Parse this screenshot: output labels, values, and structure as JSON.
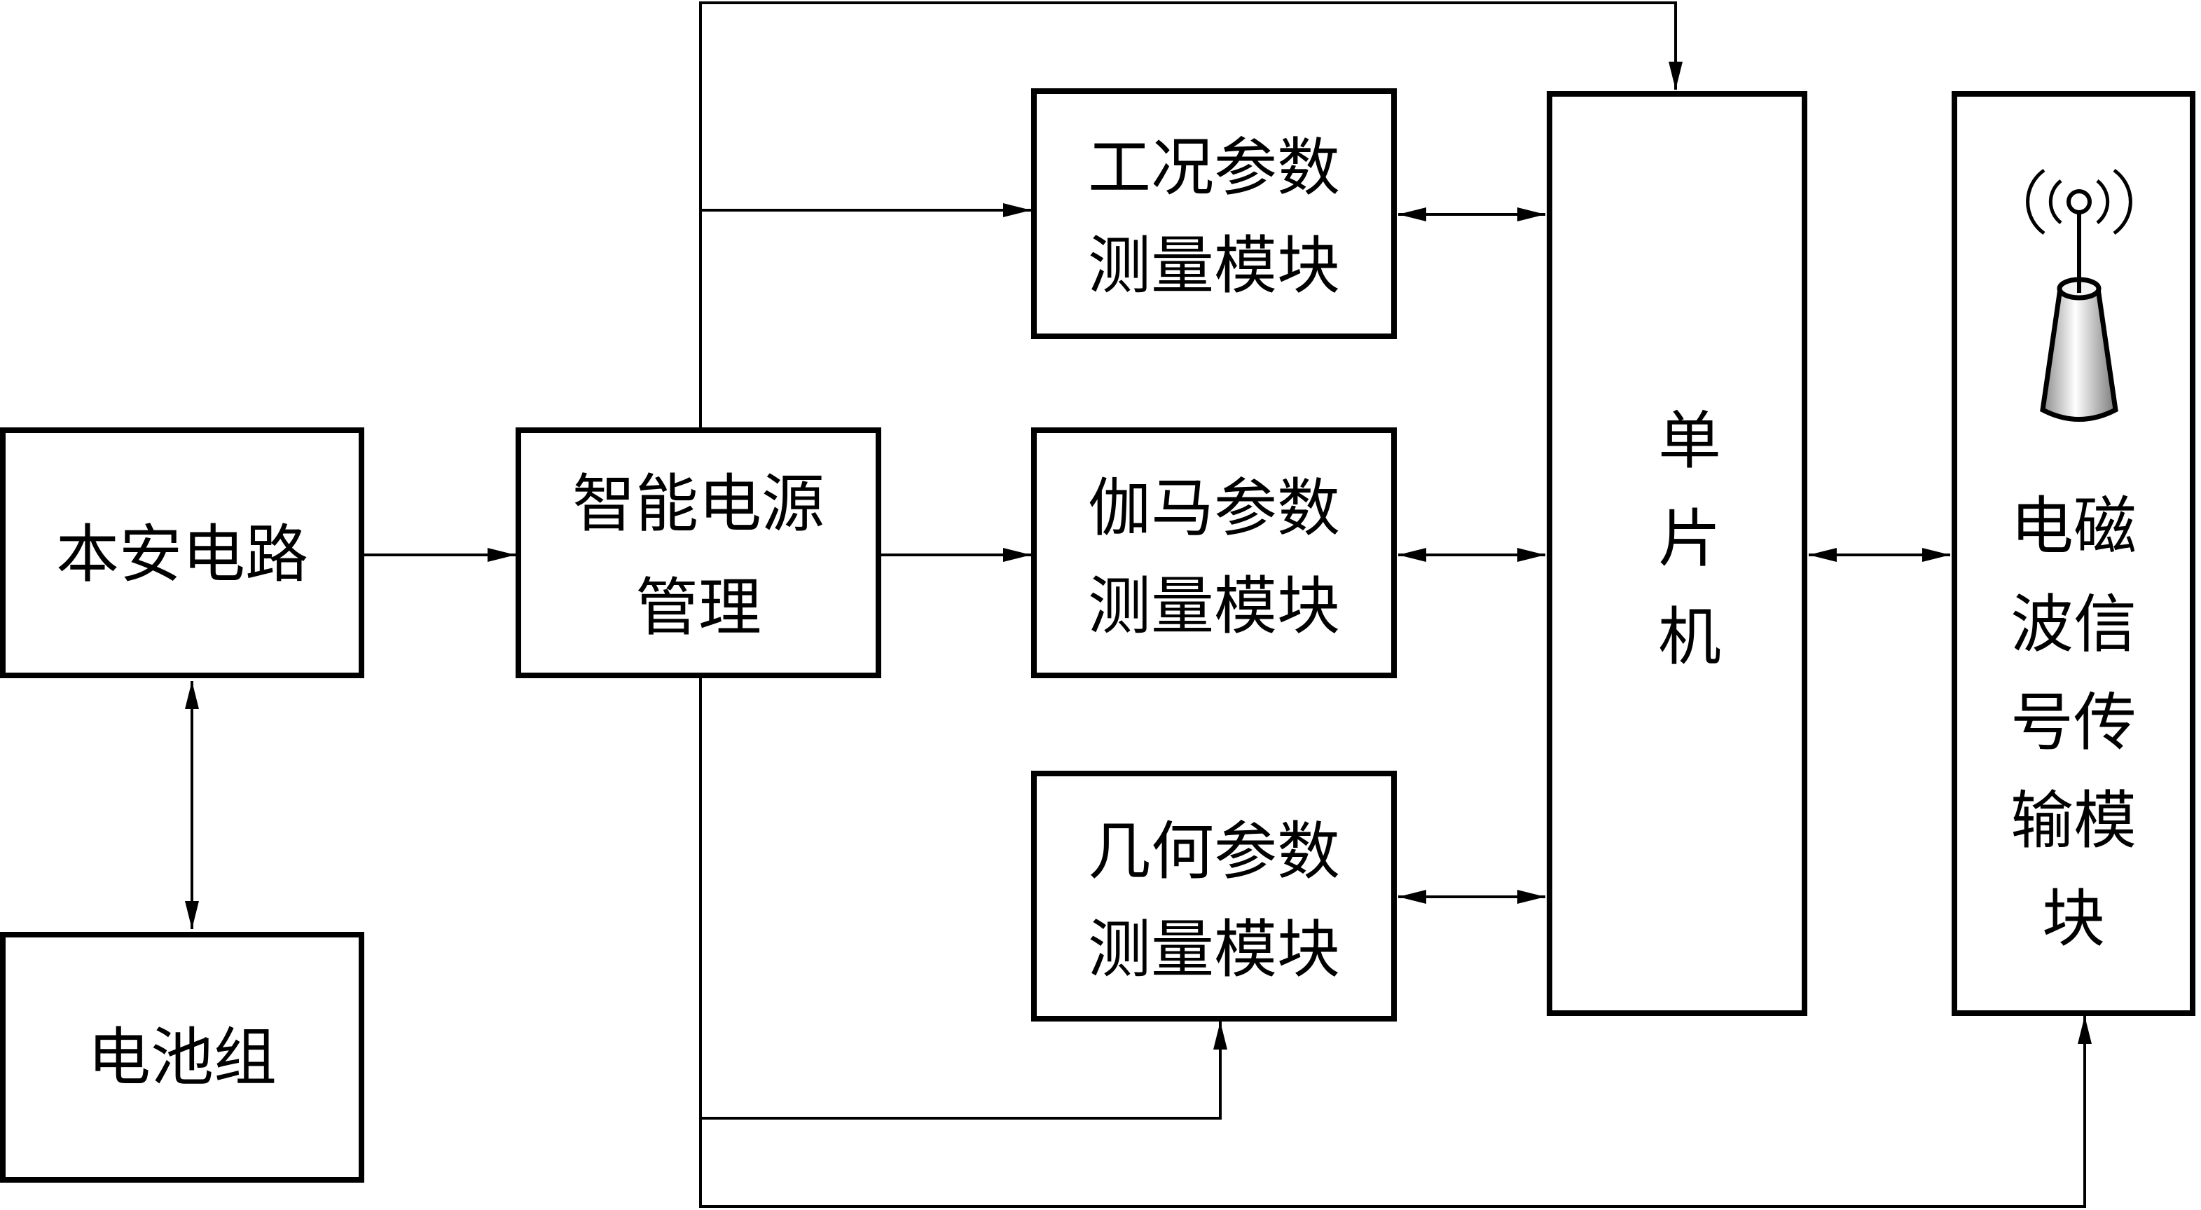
{
  "diagram": {
    "type": "block-diagram",
    "blocks": {
      "intrinsic_safety": {
        "lines": [
          "本安电路"
        ]
      },
      "battery": {
        "lines": [
          "电池组"
        ]
      },
      "power_mgmt": {
        "lines": [
          "智能电源",
          "管理"
        ]
      },
      "condition_module": {
        "lines": [
          "工况参数",
          "测量模块"
        ]
      },
      "gamma_module": {
        "lines": [
          "伽马参数",
          "测量模块"
        ]
      },
      "geometry_module": {
        "lines": [
          "几何参数",
          "测量模块"
        ]
      },
      "mcu": {
        "lines": [
          "单",
          "片",
          "机"
        ]
      },
      "em_module": {
        "lines": [
          "电磁",
          "波信",
          "号传",
          "输模",
          "块"
        ]
      }
    },
    "connections": [
      {
        "from": "intrinsic_safety",
        "to": "battery",
        "direction": "bidirectional"
      },
      {
        "from": "intrinsic_safety",
        "to": "power_mgmt",
        "direction": "forward"
      },
      {
        "from": "power_mgmt",
        "to": "condition_module",
        "direction": "forward"
      },
      {
        "from": "power_mgmt",
        "to": "gamma_module",
        "direction": "forward"
      },
      {
        "from": "power_mgmt",
        "to": "geometry_module",
        "direction": "forward"
      },
      {
        "from": "power_mgmt",
        "to": "mcu",
        "direction": "forward"
      },
      {
        "from": "power_mgmt",
        "to": "em_module",
        "direction": "forward"
      },
      {
        "from": "condition_module",
        "to": "mcu",
        "direction": "bidirectional"
      },
      {
        "from": "gamma_module",
        "to": "mcu",
        "direction": "bidirectional"
      },
      {
        "from": "geometry_module",
        "to": "mcu",
        "direction": "bidirectional"
      },
      {
        "from": "mcu",
        "to": "em_module",
        "direction": "bidirectional"
      }
    ],
    "icons": [
      "antenna-icon"
    ]
  }
}
